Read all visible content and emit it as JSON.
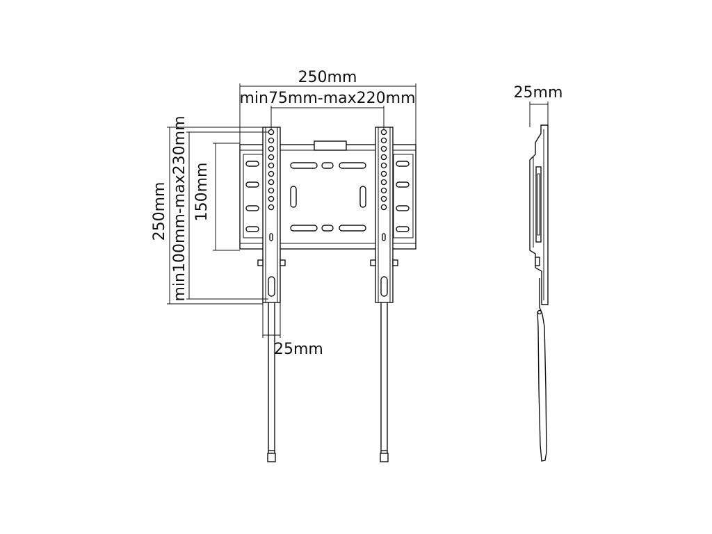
{
  "drawing": {
    "dimensions": {
      "overall_width": "250mm",
      "vesa_width": "min75mm-max220mm",
      "overall_height": "250mm",
      "vesa_height": "min100mm-max230mm",
      "plate_height": "150mm",
      "arm_width": "25mm",
      "profile_depth": "25mm"
    },
    "colors": {
      "line": "#111111",
      "background": "#ffffff"
    }
  }
}
